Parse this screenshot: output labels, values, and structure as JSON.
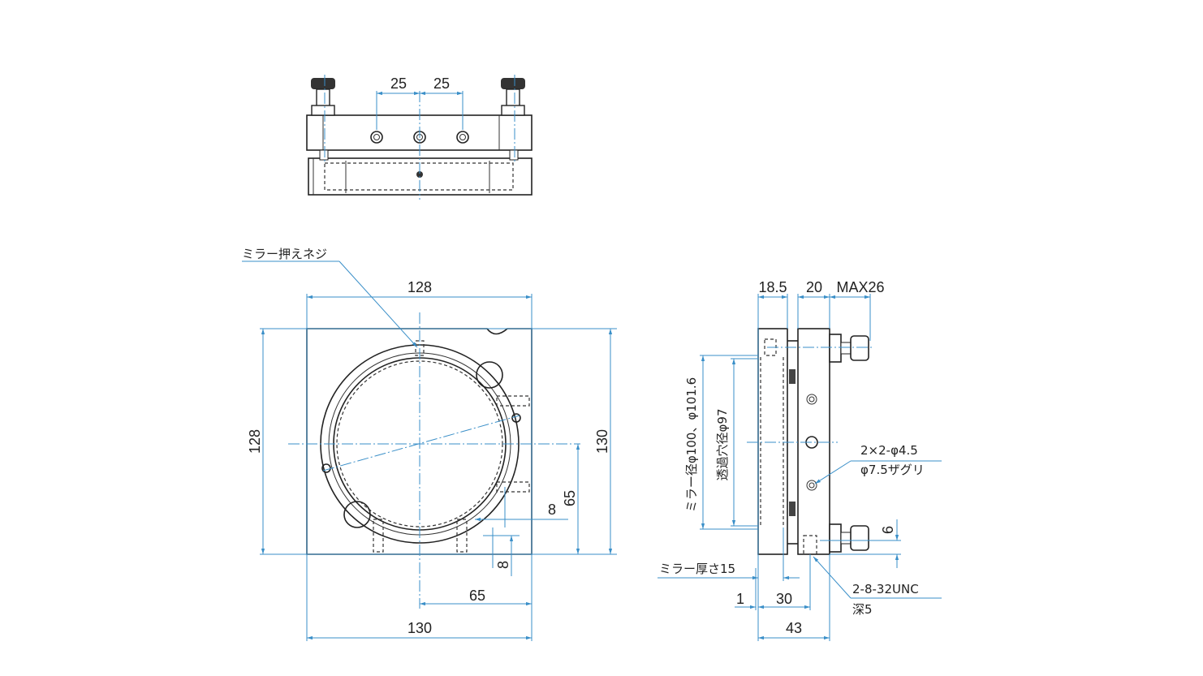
{
  "top_view": {
    "dim_left": "25",
    "dim_right": "25"
  },
  "front_view": {
    "callout_screw": "ミラー押えネジ",
    "width_inner": "128",
    "height_inner": "128",
    "height_outer": "130",
    "center_height": "65",
    "offset_h": "8",
    "offset_v": "8",
    "center_width": "65",
    "width_outer": "130"
  },
  "side_view": {
    "dim_mirror_block": "18.5",
    "dim_plate": "20",
    "dim_knob": "MAX26",
    "mirror_diameter": "ミラー径φ100、φ101.6",
    "aperture_diameter": "透過穴径φ97",
    "holes_line1": "2×2-φ4.5",
    "holes_line2": "φ7.5ザグリ",
    "dim_6": "6",
    "mirror_thickness": "ミラー厚さ15",
    "dim_1": "1",
    "dim_30": "30",
    "dim_43": "43",
    "tap_line1": "2-8-32UNC",
    "tap_line2": "深5"
  },
  "colors": {
    "dimension": "#3a8fc8",
    "outline": "#222222"
  }
}
